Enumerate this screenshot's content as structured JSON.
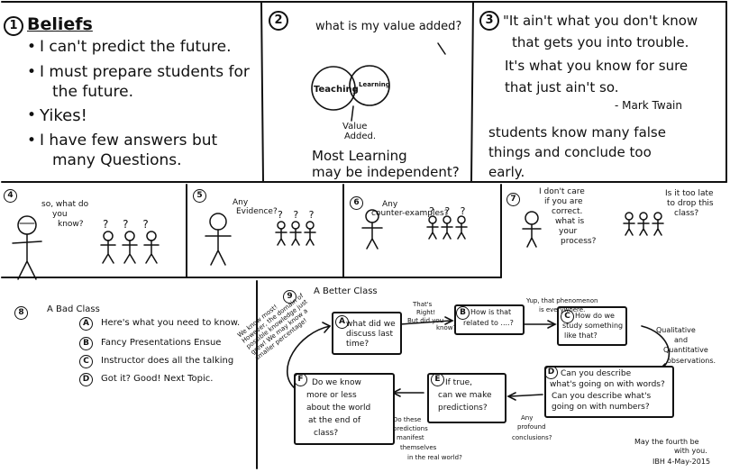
{
  "panel1": {
    "number": "1",
    "title": "Beliefs",
    "bullets": [
      "I can't predict the future.",
      "I must prepare students for",
      "the future.",
      "Yikes!",
      "I have few answers but",
      "many Questions."
    ]
  },
  "panel2": {
    "number": "2",
    "question": "what is my value added?",
    "venn_left": "Teaching",
    "venn_right": "Learning",
    "venn_center": "Value",
    "venn_center2": "Added.",
    "footer1": "Most Learning",
    "footer2": "may be independent?"
  },
  "panel3": {
    "number": "3",
    "quote_lines": [
      "\"It ain't what you don't know",
      "that gets you into trouble.",
      "It's what you know for sure",
      "that just ain't so."
    ],
    "author": "- Mark Twain",
    "note_lines": [
      "students know many false",
      "things and conclude too",
      "early."
    ]
  },
  "row2": {
    "p4": {
      "number": "4",
      "speech": [
        "so, what do",
        "you",
        "know?"
      ],
      "questions": "? ? ?"
    },
    "p5": {
      "number": "5",
      "speech": [
        "Any",
        "Evidence?"
      ],
      "questions": "? ? ?"
    },
    "p6": {
      "number": "6",
      "speech": [
        "Any",
        "counter-examples?"
      ],
      "questions": "? ? ?"
    },
    "p7": {
      "number": "7",
      "speech": [
        "I don't care",
        "if you are",
        "correct.",
        "what is",
        "your",
        "process?"
      ],
      "speech2": [
        "Is it too late",
        "to drop this",
        "class?"
      ]
    }
  },
  "panel8": {
    "number": "8",
    "title": "A Bad Class",
    "items": [
      {
        "letter": "A",
        "text": "Here's what you need to know."
      },
      {
        "letter": "B",
        "text": "Fancy Presentations Ensue"
      },
      {
        "letter": "C",
        "text": "Instructor does all the talking"
      },
      {
        "letter": "D",
        "text": "Got it? Good! Next Topic."
      }
    ]
  },
  "panel9": {
    "number": "9",
    "title": "A Better Class",
    "side_note": [
      "We know most!",
      "However, the domain of",
      "possible knowledge just",
      "grew! We may know a",
      "smaller percentage!"
    ],
    "boxA": {
      "letter": "A",
      "lines": [
        "what did we",
        "discuss last",
        "time?"
      ]
    },
    "boxB": {
      "letter": "B",
      "lines": [
        "How is that",
        "related to ....?"
      ]
    },
    "boxC": {
      "letter": "C",
      "lines": [
        "How do we",
        "study something",
        "like that?"
      ]
    },
    "boxD": {
      "letter": "D",
      "lines": [
        "Can you describe",
        "what's going on with words?",
        "Can you describe what's",
        "going on with numbers?"
      ]
    },
    "boxE": {
      "letter": "E",
      "lines": [
        "If true,",
        "can we make",
        "predictions?"
      ]
    },
    "boxF": {
      "letter": "F",
      "lines": [
        "Do we know",
        "more or less",
        "about the world",
        "at the end of",
        "class?"
      ]
    },
    "note_AB": [
      "That's",
      "Right!",
      "But did you",
      "know?"
    ],
    "note_BC": [
      "Yup, that phenomenon",
      "is everywhere."
    ],
    "note_CD": [
      "Qualitative",
      "and",
      "Quantitative",
      "observations."
    ],
    "note_DE": [
      "Any",
      "profound",
      "conclusions?"
    ],
    "note_EF": [
      "Do these",
      "predictions",
      "manifest",
      "themselves",
      "in the real world?"
    ],
    "signoff": [
      "May the fourth be",
      "with you."
    ],
    "signature": "IBH  4-May-2015"
  }
}
